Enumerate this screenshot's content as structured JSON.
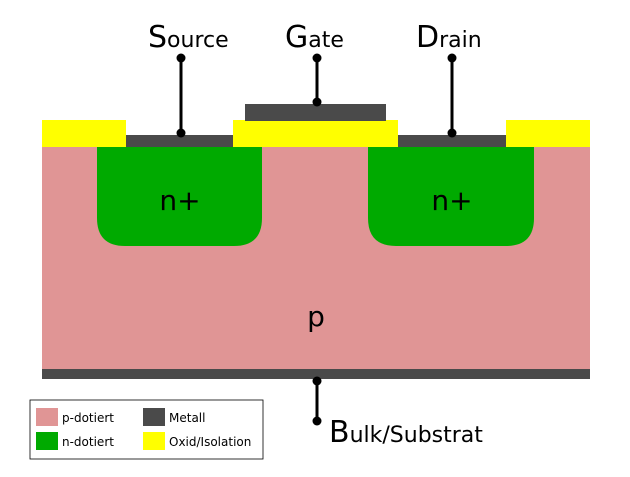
{
  "colors": {
    "p_doped": "#e09595",
    "n_doped": "#00aa00",
    "metal": "#4a4a4a",
    "oxide": "#ffff00",
    "wire": "#000000"
  },
  "terminals": {
    "source": {
      "cap": "S",
      "rest": "ource"
    },
    "gate": {
      "cap": "G",
      "rest": "ate"
    },
    "drain": {
      "cap": "D",
      "rest": "rain"
    },
    "bulk": {
      "cap": "B",
      "rest": "ulk/Substrat"
    }
  },
  "regions": {
    "source_well": "n+",
    "drain_well": "n+",
    "substrate": "p"
  },
  "legend": [
    {
      "label": "p-dotiert",
      "color": "#e09595"
    },
    {
      "label": "Metall",
      "color": "#4a4a4a"
    },
    {
      "label": "n-dotiert",
      "color": "#00aa00"
    },
    {
      "label": "Oxid/Isolation",
      "color": "#ffff00"
    }
  ]
}
